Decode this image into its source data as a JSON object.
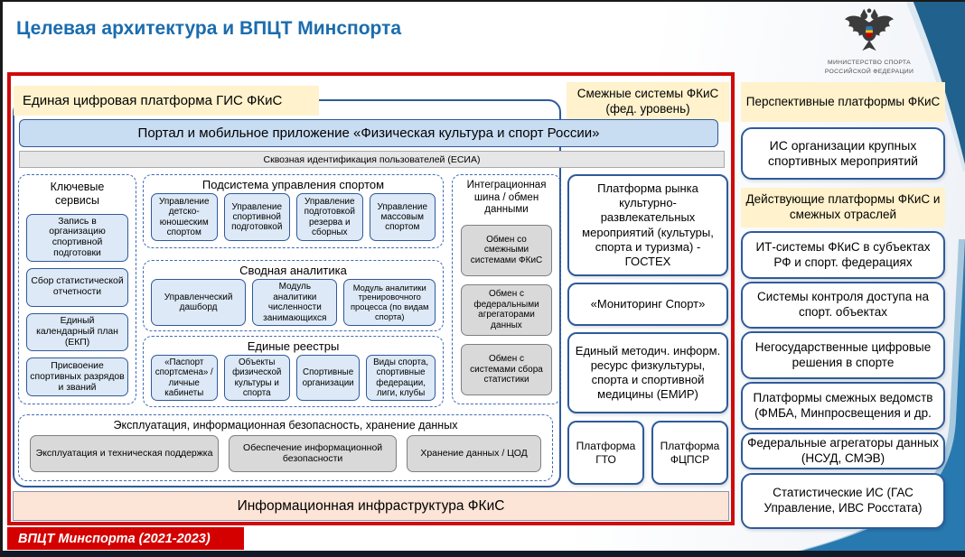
{
  "slide": {
    "title": "Целевая архитектура и ВПЦТ Минспорта",
    "footer_badge": "ВПЦТ Минспорта (2021-2023)",
    "ministry": {
      "line1": "МИНИСТЕРСТВО СПОРТА",
      "line2": "РОССИЙСКОЙ ФЕДЕРАЦИИ"
    }
  },
  "platform": {
    "label": "Единая цифровая платформа ГИС ФКиС",
    "portal": "Портал и мобильное приложение «Физическая культура и спорт России»",
    "esia": "Сквозная идентификация пользователей (ЕСИА)",
    "key_services": {
      "title": "Ключевые сервисы",
      "items": [
        "Запись в организацию спортивной подготовки",
        "Сбор статистической отчетности",
        "Единый календарный план (ЕКП)",
        "Присвоение спортивных разрядов и званий"
      ]
    },
    "sport_mgmt": {
      "title": "Подсистема управления спортом",
      "items": [
        "Управление детско-юношеским спортом",
        "Управление спортивной подготовкой",
        "Управление подготовкой резерва и сборных",
        "Управление массовым спортом"
      ]
    },
    "analytics": {
      "title": "Сводная аналитика",
      "items": [
        "Управленческий дашборд",
        "Модуль аналитики численности занимающихся",
        "Модуль аналитики тренировочного процесса (по видам спорта)"
      ]
    },
    "registries": {
      "title": "Единые реестры",
      "items": [
        "«Паспорт спортсмена» / личные кабинеты",
        "Объекты физической культуры и спорта",
        "Спортивные организации",
        "Виды спорта, спортивные федерации, лиги, клубы"
      ]
    },
    "integration": {
      "title": "Интеграционная шина / обмен данными",
      "items": [
        "Обмен со смежными системами ФКиС",
        "Обмен с федеральными агрегаторами данных",
        "Обмен с системами сбора статистики"
      ]
    },
    "operations": {
      "title": "Эксплуатация, информационная безопасность, хранение данных",
      "items": [
        "Эксплуатация и техническая поддержка",
        "Обеспечение информационной безопасности",
        "Хранение данных / ЦОД"
      ]
    },
    "infrastructure": "Информационная инфраструктура ФКиС"
  },
  "adjacent": {
    "header": "Смежные системы ФКиС (фед. уровень)",
    "items": [
      "Платформа рынка культурно-развлекательных мероприятий (культуры, спорта и туризма) - ГОСТЕХ",
      "«Мониторинг Спорт»",
      "Единый методич. информ. ресурс физкультуры, спорта и спортивной медицины (ЕМИР)"
    ],
    "small": [
      "Платформа ГТО",
      "Платформа ФЦПСР"
    ]
  },
  "right_column": {
    "perspective_header": "Перспективные платформы ФКиС",
    "perspective_item": "ИС организации крупных спортивных мероприятий",
    "active_header": "Действующие платформы ФКиС и смежных отраслей",
    "active_items": [
      "ИТ-системы ФКиС в субъектах РФ и спорт. федерациях",
      "Системы контроля доступа на спорт. объектах",
      "Негосударственные цифровые решения в спорте",
      "Платформы смежных ведомств (ФМБА, Минпросвещения и др.",
      "Федеральные агрегаторы данных (НСУД, СМЭВ)",
      "Статистические ИС (ГАС Управление, ИВС Росстата)"
    ]
  },
  "colors": {
    "title_blue": "#1A6CAE",
    "frame_red": "#CF0A0A",
    "badge_red": "#D40000",
    "header_yellow": "#FFF2CC",
    "box_light_blue": "#DDE9F6",
    "portal_blue": "#C8DCF2",
    "box_gray": "#D9D9D9",
    "infra_peach": "#FCE4D6",
    "border_blue": "#2E5B9B",
    "dashed_blue": "#3F6AB5",
    "decor_blue": "#2879B0",
    "bottom_strip": "#111A28"
  }
}
